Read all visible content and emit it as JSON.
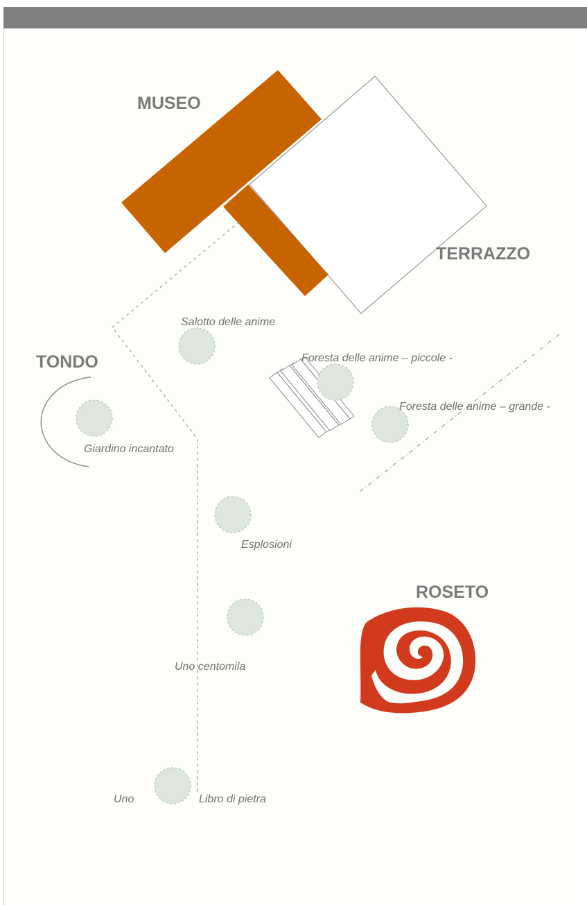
{
  "areas": {
    "museo": "MUSEO",
    "terrazzo": "TERRAZZO",
    "tondo": "TONDO",
    "roseto": "ROSETO"
  },
  "spots": {
    "salotto": "Salotto delle anime",
    "foresta_piccole": "Foresta delle anime – piccole -",
    "foresta_grande": "Foresta delle anime – grande -",
    "giardino": "Giardino incantato",
    "esplosioni": "Esplosioni",
    "uno_centomila": "Uno centomila",
    "uno": "Uno",
    "libro": "Libro di pietra"
  },
  "colors": {
    "museum": "#c86400",
    "rose": "#d23a1e",
    "spot_fill": "#dfe6dc",
    "spot_stroke": "#b9c9b6",
    "path_line": "#8fae97",
    "header": "#808080"
  }
}
